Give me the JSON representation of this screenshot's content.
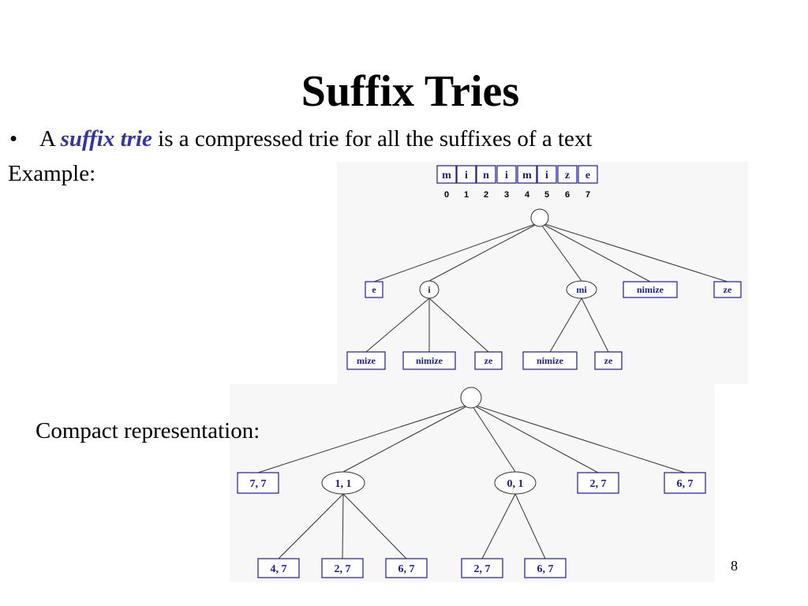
{
  "slide": {
    "title": "Suffix Tries",
    "bullet": {
      "marker": "•",
      "prefix": "A",
      "term": "suffix trie",
      "suffix": "is a compressed trie for all the suffixes of a text"
    },
    "example_label": "Example:",
    "compact_label": "Compact representation:",
    "page_number": "8"
  },
  "colors": {
    "term": "#3333aa",
    "node_text": "#1a1aa6",
    "node_border": "#1a1aa6",
    "edge": "#333333",
    "panel_bg": "#f7f7f7"
  },
  "text_array": {
    "chars": [
      "m",
      "i",
      "n",
      "i",
      "m",
      "i",
      "z",
      "e"
    ],
    "indices": [
      "0",
      "1",
      "2",
      "3",
      "4",
      "5",
      "6",
      "7"
    ]
  },
  "example_tree": {
    "root": "",
    "level1": [
      "e",
      "i",
      "mi",
      "nimize",
      "ze"
    ],
    "level2_i": [
      "mize",
      "nimize",
      "ze"
    ],
    "level2_mi": [
      "nimize",
      "ze"
    ]
  },
  "compact_tree": {
    "root": "",
    "level1": [
      "7, 7",
      "1, 1",
      "0, 1",
      "2, 7",
      "6, 7"
    ],
    "level2_11": [
      "4, 7",
      "2, 7",
      "6, 7"
    ],
    "level2_01": [
      "2, 7",
      "6, 7"
    ]
  }
}
